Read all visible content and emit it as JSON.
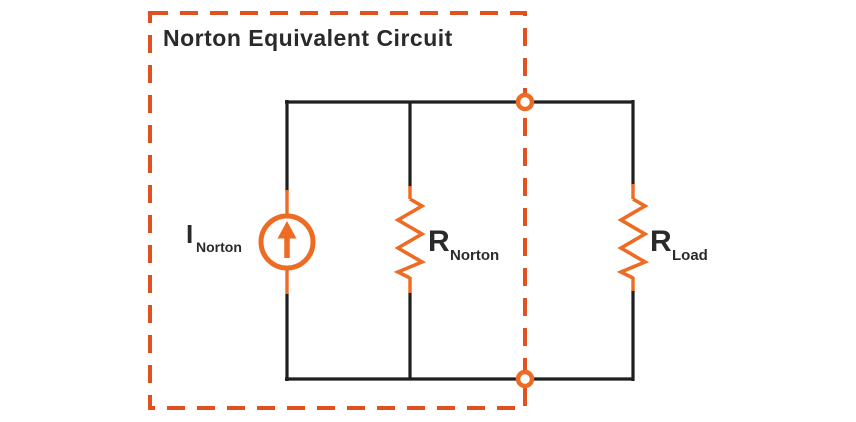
{
  "title": "Norton Equivalent Circuit",
  "colors": {
    "component_orange": "#ee6b23",
    "boundary_orange": "#e0511f",
    "wire_black": "#1f1f1f",
    "text_black": "#2a2a2a",
    "background": "#ffffff",
    "terminal_fill": "#ffffff"
  },
  "boundary": {
    "style": "dashed-rectangle",
    "encloses": "Norton equivalent (current source and R_Norton)"
  },
  "components": {
    "current_source": {
      "type": "dc-current-source",
      "symbol": "circle-with-up-arrow",
      "label": "I",
      "subscript": "Norton"
    },
    "resistor_norton": {
      "type": "resistor",
      "symbol": "zigzag",
      "label": "R",
      "subscript": "Norton"
    },
    "resistor_load": {
      "type": "resistor",
      "symbol": "zigzag",
      "label": "R",
      "subscript": "Load"
    }
  },
  "terminals": {
    "count": 2,
    "style": "open-circle",
    "positions": [
      "top",
      "bottom"
    ]
  }
}
